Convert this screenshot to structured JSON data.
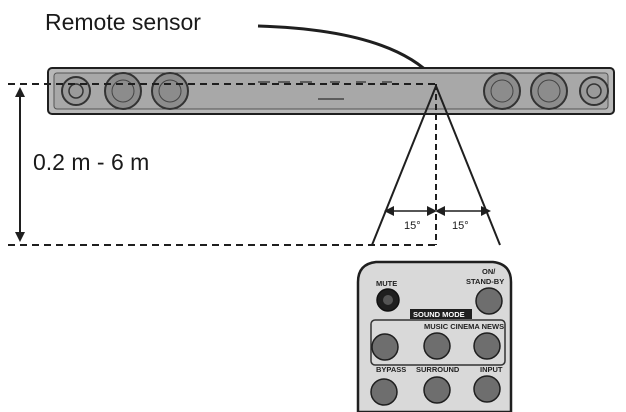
{
  "diagram": {
    "callout_label": "Remote sensor",
    "distance_label": "0.2 m - 6 m",
    "angle_left": "15°",
    "angle_right": "15°"
  },
  "remote": {
    "mute_label": "MUTE",
    "power_label_line1": "ON/",
    "power_label_line2": "STAND-BY",
    "sound_mode_label": "SOUND MODE",
    "mode_labels": "MUSIC CINEMA NEWS",
    "bypass_label": "BYPASS",
    "surround_label": "SURROUND",
    "input_label": "INPUT"
  },
  "colors": {
    "line": "#1f1f1f",
    "soundbar_fill": "#b8b8b8",
    "button_fill": "#6e6e6e",
    "remote_fill": "#d9d9d9"
  }
}
